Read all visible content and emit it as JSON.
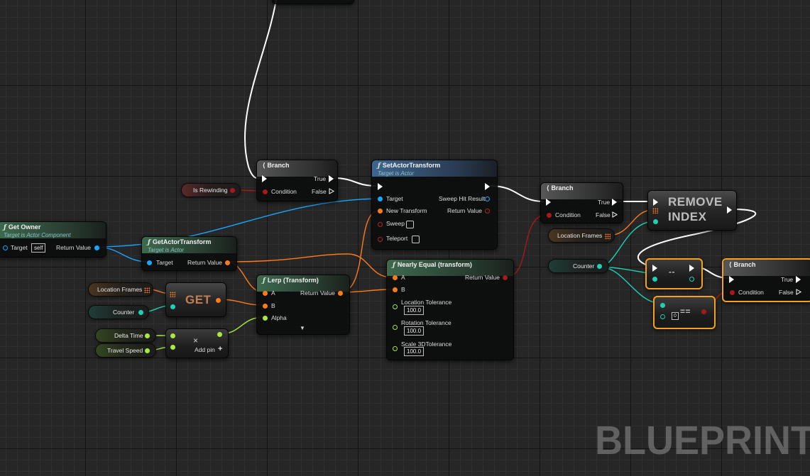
{
  "watermark": "BLUEPRINT",
  "nodes": {
    "get_owner": {
      "title": "Get Owner",
      "subtitle": "Target is Actor Component",
      "target_label": "Target",
      "target_default": "self",
      "return_label": "Return Value"
    },
    "get_actor_transform": {
      "title": "GetActorTransform",
      "subtitle": "Target is Actor",
      "target_label": "Target",
      "return_label": "Return Value"
    },
    "branch_1": {
      "title": "Branch",
      "true_label": "True",
      "false_label": "False",
      "condition_label": "Condition"
    },
    "set_actor_transform": {
      "title": "SetActorTransform",
      "subtitle": "Target is Actor",
      "target_label": "Target",
      "new_transform_label": "New Transform",
      "sweep_label": "Sweep",
      "teleport_label": "Teleport",
      "sweep_hit_label": "Sweep Hit Result",
      "return_label": "Return Value"
    },
    "branch_2": {
      "title": "Branch",
      "true_label": "True",
      "false_label": "False",
      "condition_label": "Condition"
    },
    "remove_index": {
      "line1": "REMOVE",
      "line2": "INDEX"
    },
    "array_get": {
      "label": "GET"
    },
    "lerp": {
      "title": "Lerp (Transform)",
      "a_label": "A",
      "b_label": "B",
      "alpha_label": "Alpha",
      "return_label": "Return Value",
      "expand_glyph": "▼"
    },
    "nearly_equal": {
      "title": "Nearly Equal (transform)",
      "a_label": "A",
      "b_label": "B",
      "return_label": "Return Value",
      "loc_label": "Location Tolerance",
      "loc_value": "100.0",
      "rot_label": "Rotation Tolerance",
      "rot_value": "100.0",
      "scale_label": "Scale 3DTolerance",
      "scale_value": "100.0"
    },
    "multiply": {
      "symbol": "×",
      "add_pin_label": "Add pin",
      "add_pin_glyph": "+"
    },
    "decrement": {
      "symbol": "--"
    },
    "equal": {
      "symbol": "==",
      "default_value": "0"
    },
    "branch_3": {
      "title": "Branch",
      "true_label": "True",
      "false_label": "False",
      "condition_label": "Condition"
    }
  },
  "variables": {
    "is_rewinding": "Is Rewinding",
    "location_frames_1": "Location Frames",
    "location_frames_2": "Location Frames",
    "counter_1": "Counter",
    "counter_2": "Counter",
    "delta_time": "Delta Time",
    "travel_speed": "Travel Speed"
  },
  "colors": {
    "exec": "#ffffff",
    "bool": "#a51a1a",
    "struct": "#ff7a19",
    "object": "#1aa5ff",
    "integer": "#1ed1b5",
    "float": "#a9e83e",
    "selection": "#f4a21a",
    "header_function": "#3e6a4f",
    "header_set": "#3f6690",
    "header_branch": "#575757"
  }
}
